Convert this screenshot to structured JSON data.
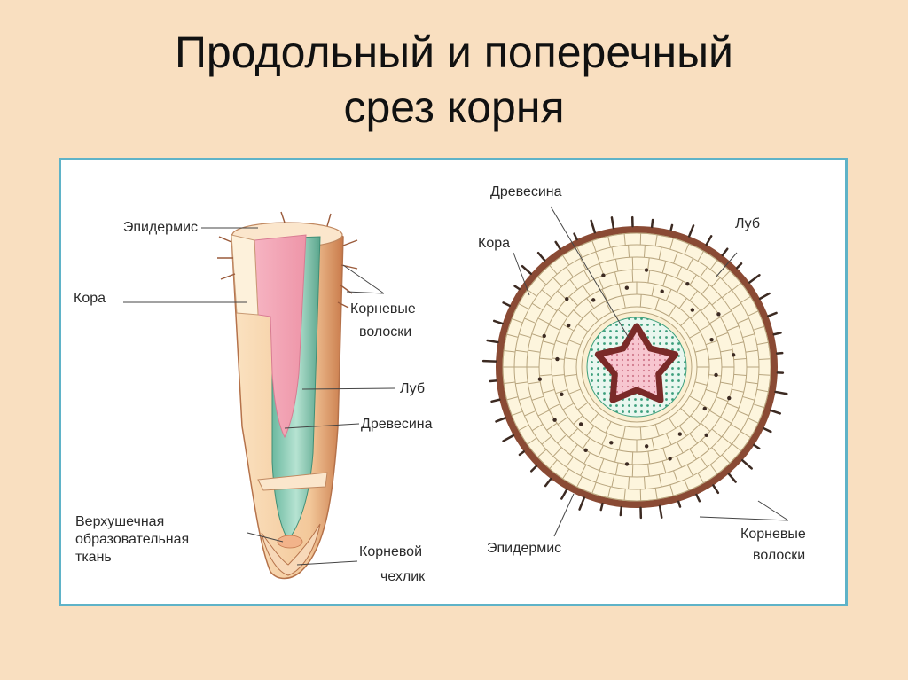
{
  "title": {
    "line1": "Продольный и поперечный",
    "line2": "срез корня"
  },
  "longitudinal": {
    "labels": {
      "epidermis": "Эпидермис",
      "cortex": "Кора",
      "root_hairs_l1": "Корневые",
      "root_hairs_l2": "волоски",
      "phloem": "Луб",
      "xylem": "Древесина",
      "meristem_l1": "Верхушечная",
      "meristem_l2": "образовательная",
      "meristem_l3": "ткань",
      "cap_l1": "Корневой",
      "cap_l2": "чехлик"
    }
  },
  "cross": {
    "labels": {
      "xylem": "Древесина",
      "cortex": "Кора",
      "phloem": "Луб",
      "epidermis": "Эпидермис",
      "root_hairs_l1": "Корневые",
      "root_hairs_l2": "волоски"
    }
  },
  "colors": {
    "background": "#f9dfc0",
    "frame": "#5fb3c8",
    "xylem": "#f2a7b5",
    "phloem": "#9fd5c3",
    "cortex": "#fdf5dd",
    "epidermis": "#8a4a34",
    "stele_ring": "#7a2a28"
  }
}
